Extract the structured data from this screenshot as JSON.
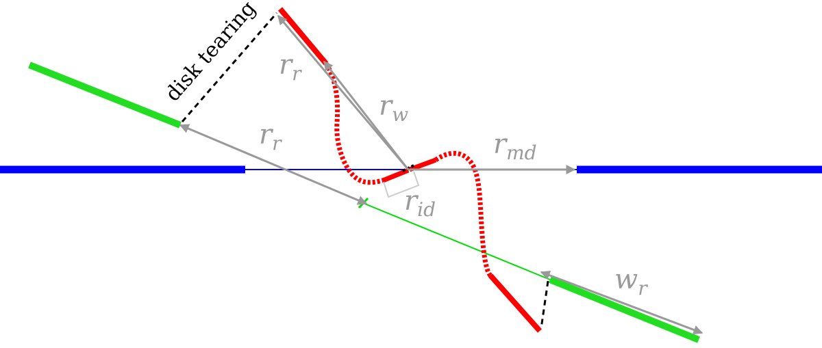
{
  "colors": {
    "midplane_disk": "#0000ff",
    "inner_tilted_disk": "#ff0000",
    "outer_disk": "#00dd00",
    "radius_arrows": "#999999",
    "tear_marker": "#000000"
  },
  "labels": {
    "disk_tearing": "disk tearing",
    "r_r_upper": {
      "main": "r",
      "sub": "r"
    },
    "r_w": {
      "main": "r",
      "sub": "w"
    },
    "r_r_lower": {
      "main": "r",
      "sub": "r"
    },
    "r_md": {
      "main": "r",
      "sub": "md"
    },
    "r_id": {
      "main": "r",
      "sub": "id"
    },
    "w_r": {
      "main": "w",
      "sub": "r"
    }
  }
}
